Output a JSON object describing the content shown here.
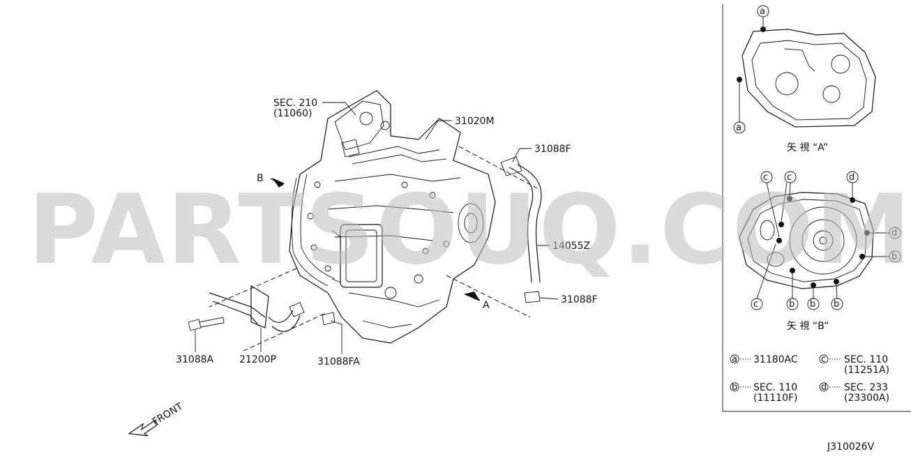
{
  "watermark": "PARTSOUQ.COM",
  "diagram_code": "J310026V",
  "front_label": "FRONT",
  "view_arrow_a": "A",
  "view_arrow_b": "B",
  "labels": {
    "sec210_line1": "SEC. 210",
    "sec210_line2": "(11060)",
    "p31020M": "31020M",
    "p31088F_top": "31088F",
    "p14055Z": "14055Z",
    "p31088F_bottom": "31088F",
    "p31088A": "31088A",
    "p21200P": "21200P",
    "p31088FA": "31088FA"
  },
  "inset": {
    "view_a_caption": "矢 視 “A”",
    "view_b_caption": "矢 視 “B”",
    "markers": {
      "a": "a",
      "b": "b",
      "c": "c",
      "d": "d"
    }
  },
  "legend": [
    {
      "marker": "a",
      "line1": "31180AC",
      "line2": ""
    },
    {
      "marker": "c",
      "line1": "SEC. 110",
      "line2": "(11251A)"
    },
    {
      "marker": "b",
      "line1": "SEC. 110",
      "line2": "(11110F)"
    },
    {
      "marker": "d",
      "line1": "SEC. 233",
      "line2": "(23300A)"
    }
  ]
}
